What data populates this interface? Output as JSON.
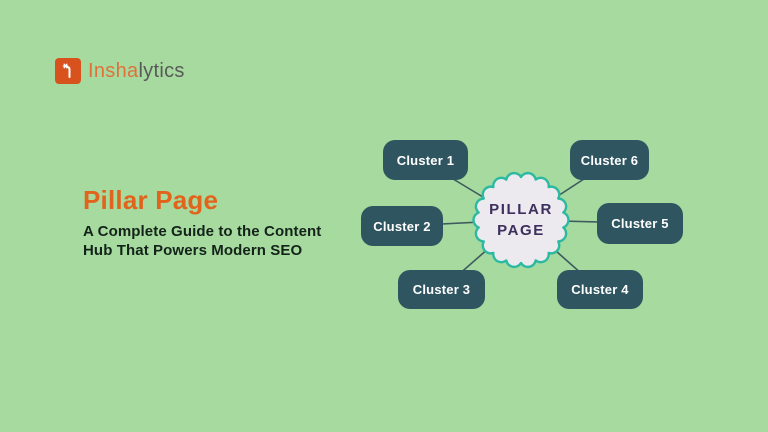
{
  "logo": {
    "brand_first": "Insha",
    "brand_rest": "lytics",
    "icon": "sprout-icon"
  },
  "headline": {
    "title": "Pillar Page",
    "subtitle": "A Complete Guide to the Content\nHub That Powers Modern SEO"
  },
  "diagram": {
    "center": {
      "label_line1": "PILLAR",
      "label_line2": "PAGE"
    },
    "clusters": [
      {
        "label": "Cluster 1"
      },
      {
        "label": "Cluster 2"
      },
      {
        "label": "Cluster 3"
      },
      {
        "label": "Cluster 4"
      },
      {
        "label": "Cluster 5"
      },
      {
        "label": "Cluster 6"
      }
    ]
  },
  "colors": {
    "background": "#a6da9f",
    "accent_orange": "#e2631b",
    "text_dark": "#14231a",
    "logo_square": "#d7521d",
    "logo_orange": "#e0713c",
    "logo_gray": "#595959",
    "box_fill": "#2f5560",
    "box_text": "#ffffff",
    "badge_fill": "#eceaee",
    "badge_border": "#2cb9a1",
    "badge_text": "#3b2f5e",
    "line_color": "#3e5a5e"
  }
}
